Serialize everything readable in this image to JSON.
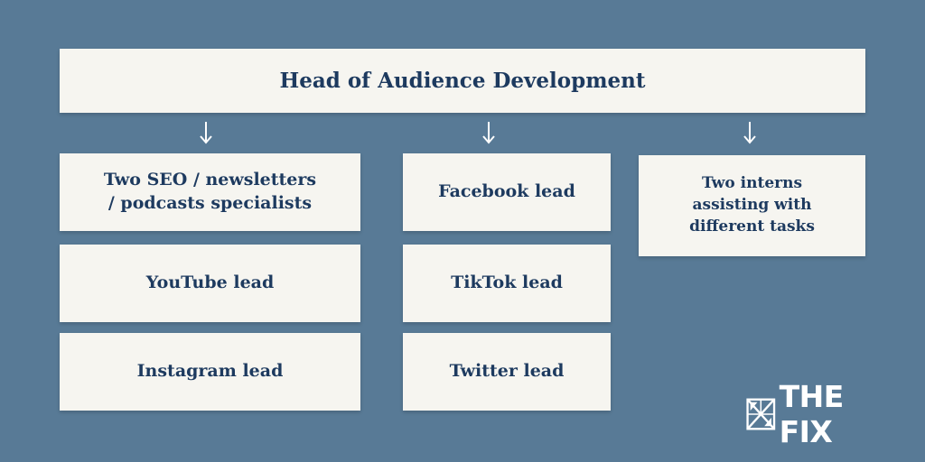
{
  "head": {
    "label": "Head of Audience Development"
  },
  "columns": [
    {
      "items": [
        {
          "label": "Two SEO / newsletters\n/ podcasts specialists"
        },
        {
          "label": "YouTube lead"
        },
        {
          "label": "Instagram lead"
        }
      ]
    },
    {
      "items": [
        {
          "label": "Facebook lead"
        },
        {
          "label": "TikTok lead"
        },
        {
          "label": "Twitter lead"
        }
      ]
    },
    {
      "items": [
        {
          "label": "Two interns\nassisting with\ndifferent tasks"
        }
      ]
    }
  ],
  "logo": {
    "text": "THE FIX",
    "icon": "the-fix-logo-icon"
  },
  "colors": {
    "background": "#587a96",
    "box": "#f6f5f0",
    "text": "#1d3a5f",
    "arrow": "#ffffff"
  }
}
